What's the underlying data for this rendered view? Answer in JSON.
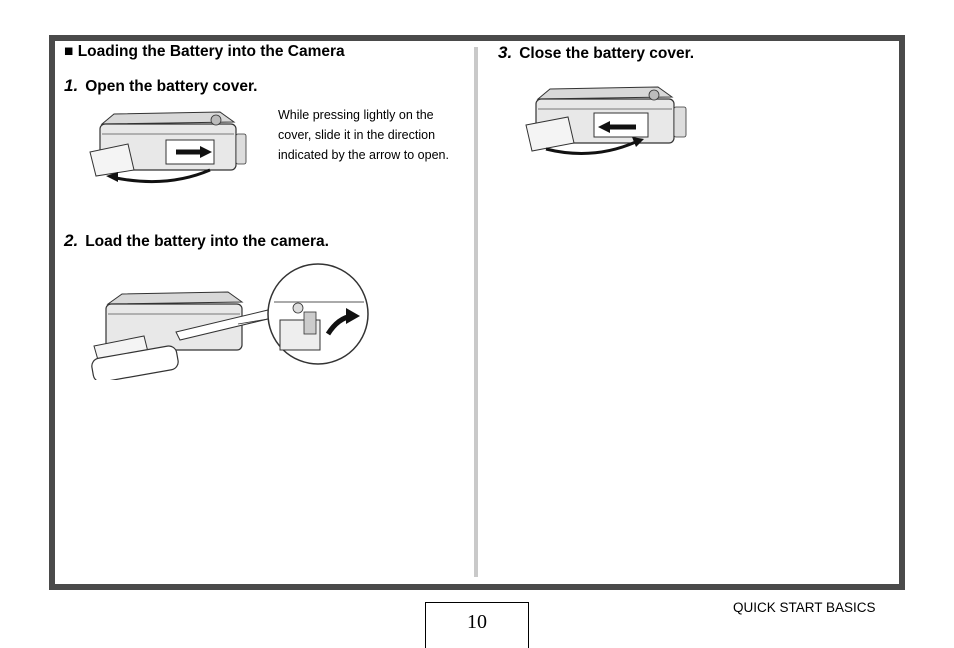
{
  "section": {
    "bullet": "■",
    "title": "Loading the Battery into the Camera"
  },
  "steps": [
    {
      "number": "1.",
      "title": "Open the battery cover."
    },
    {
      "number": "2.",
      "title": "Load the battery into the camera."
    },
    {
      "number": "3.",
      "title": "Close the battery cover."
    }
  ],
  "step1_description": "While pressing lightly on the cover, slide it in the direction indicated by the arrow to open.",
  "page_number": "10",
  "footer_label": "QUICK START BASICS"
}
